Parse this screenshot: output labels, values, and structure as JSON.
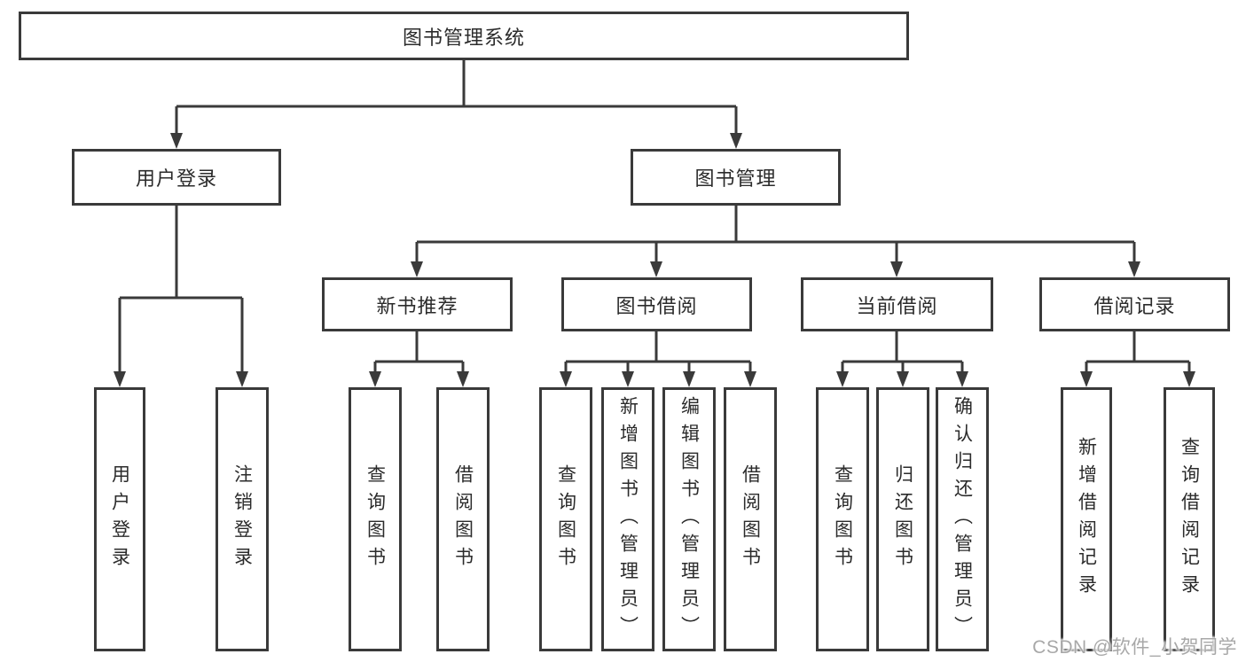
{
  "tree": {
    "label": "图书管理系统",
    "children": [
      {
        "label": "用户登录",
        "children": [
          {
            "label": "用户登录"
          },
          {
            "label": "注销登录"
          }
        ]
      },
      {
        "label": "图书管理",
        "children": [
          {
            "label": "新书推荐",
            "children": [
              {
                "label": "查询图书"
              },
              {
                "label": "借阅图书"
              }
            ]
          },
          {
            "label": "图书借阅",
            "children": [
              {
                "label": "查询图书"
              },
              {
                "label": "新增图书（管理员）"
              },
              {
                "label": "编辑图书（管理员）"
              },
              {
                "label": "借阅图书"
              }
            ]
          },
          {
            "label": "当前借阅",
            "children": [
              {
                "label": "查询图书"
              },
              {
                "label": "归还图书"
              },
              {
                "label": "确认归还（管理员）"
              }
            ]
          },
          {
            "label": "借阅记录",
            "children": [
              {
                "label": "新增借阅记录"
              },
              {
                "label": "查询借阅记录"
              }
            ]
          }
        ]
      }
    ]
  },
  "watermark": {
    "text": "CSDN @软件_小贺同学"
  },
  "colors": {
    "line": "#3a3a3a",
    "text": "#2b2b2b",
    "watermark_text": "#a8a8a8",
    "background": "#ffffff"
  }
}
